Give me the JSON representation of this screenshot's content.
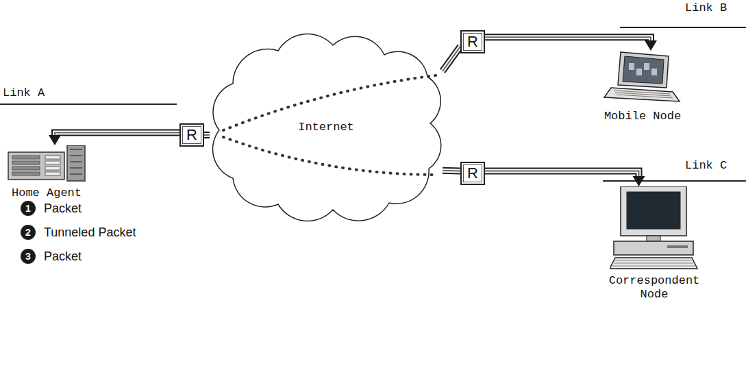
{
  "diagram": {
    "nodes": [
      {
        "text": [
          "Home Agent"
        ]
      },
      {
        "text": [
          "R"
        ]
      },
      {
        "text": [
          "Internet"
        ]
      },
      {
        "text": [
          "R"
        ]
      },
      {
        "text": [
          "Mobile Node"
        ]
      },
      {
        "text": [
          "R"
        ]
      },
      {
        "text": [
          "Correspondent Node"
        ]
      }
    ],
    "edges": [
      {
        "from": 1,
        "to": 0,
        "arrow": "to"
      },
      {
        "from": 1,
        "to": 2,
        "arrow": "none"
      },
      {
        "from": 2,
        "to": 3,
        "arrow": "none"
      },
      {
        "from": 3,
        "to": 4,
        "arrow": "to"
      },
      {
        "from": 2,
        "to": 5,
        "arrow": "none"
      },
      {
        "from": 5,
        "to": 6,
        "arrow": "to"
      }
    ],
    "labels": [
      "Link A",
      "Link B",
      "Link C",
      "1",
      "2",
      "3"
    ],
    "legend": [
      {
        "text": "Packet"
      },
      {
        "text": "Tunneled Packet"
      },
      {
        "text": "Packet"
      }
    ]
  }
}
